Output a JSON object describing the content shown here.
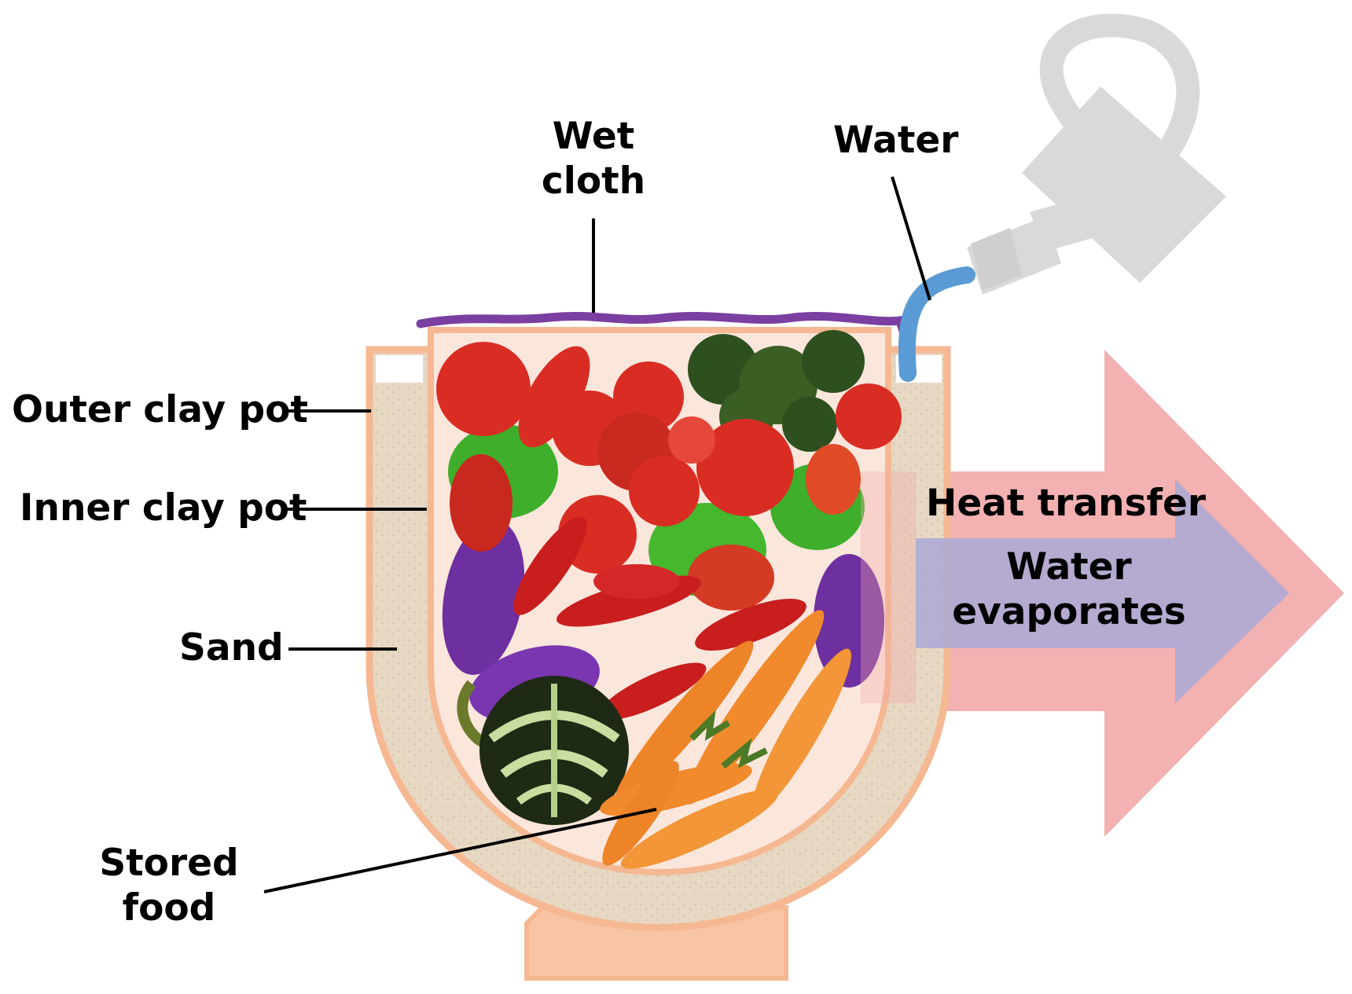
{
  "labels": {
    "wet_cloth": "Wet\ncloth",
    "water": "Water",
    "outer_clay_pot": "Outer clay pot",
    "inner_clay_pot": "Inner clay pot",
    "sand": "Sand",
    "stored_food": "Stored\nfood",
    "heat_transfer": "Heat transfer",
    "water_evaporates": "Water\nevaporates"
  },
  "colors": {
    "outer_pot_outline": "#F5B892",
    "pot_base": "#F7C4A5",
    "sand": "#E4D6C0",
    "inner_pot_fill": "#FBE6DC",
    "wet_cloth": "#7A3FA0",
    "water_stream": "#5B9BD5",
    "watering_can": "#D9D9D9",
    "heat_arrow": "#F2A9A9",
    "evaporation_arrow": "#A9A9D6",
    "tomato": "#D92D23",
    "pepper_green": "#3FAE2A",
    "eggplant": "#6E2FA0",
    "carrot": "#F08A2C",
    "parsley": "#2E4F1E"
  },
  "icons": [
    "watering-can-icon",
    "tomato-icon",
    "pepper-icon",
    "eggplant-icon",
    "carrot-icon",
    "cabbage-icon",
    "parsley-icon"
  ]
}
